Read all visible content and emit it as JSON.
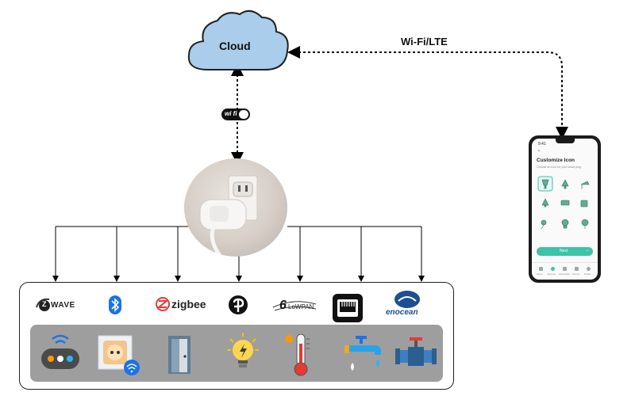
{
  "cloud": {
    "label": "Cloud",
    "color": "#a9cdeb"
  },
  "link": {
    "label": "Wi-Fi/LTE"
  },
  "wifi_badge": {
    "label": "wi fi"
  },
  "protocols": [
    {
      "name": "z-wave",
      "text": "WAVE",
      "prefix": "Z",
      "icon": "zwave-logo"
    },
    {
      "name": "bluetooth",
      "text": "",
      "icon": "bluetooth-icon"
    },
    {
      "name": "zigbee",
      "text": "zigbee",
      "icon": "zigbee-logo"
    },
    {
      "name": "thread",
      "text": "",
      "icon": "thread-icon"
    },
    {
      "name": "6lowpan",
      "text": "LoWPAN",
      "prefix": "6",
      "icon": "6lowpan-logo"
    },
    {
      "name": "ethernet",
      "text": "",
      "icon": "ethernet-port-icon"
    },
    {
      "name": "enocean",
      "text": "enocean",
      "icon": "enocean-logo"
    }
  ],
  "devices": [
    {
      "name": "smart-speaker",
      "icon": "smart-speaker-icon"
    },
    {
      "name": "smart-socket",
      "icon": "smart-socket-icon"
    },
    {
      "name": "door-sensor",
      "icon": "door-icon"
    },
    {
      "name": "smart-bulb",
      "icon": "lightbulb-icon"
    },
    {
      "name": "thermostat",
      "icon": "thermometer-icon"
    },
    {
      "name": "smart-faucet",
      "icon": "faucet-icon"
    },
    {
      "name": "water-valve",
      "icon": "pipe-valve-icon"
    }
  ],
  "phone": {
    "time": "9:41",
    "title": "Customize Icon",
    "subtitle": "Choose an icon for your smart plug",
    "next_label": "Next",
    "next_arrow": "→",
    "nav_items": [
      "Home",
      "Devices",
      "Automation",
      "Scenes",
      "Profile"
    ],
    "accent": "#3cc3a8"
  },
  "colors": {
    "accent_blue": "#1a73e8",
    "enocean": "#1d4f91",
    "device_tray": "#9e9e9e"
  }
}
